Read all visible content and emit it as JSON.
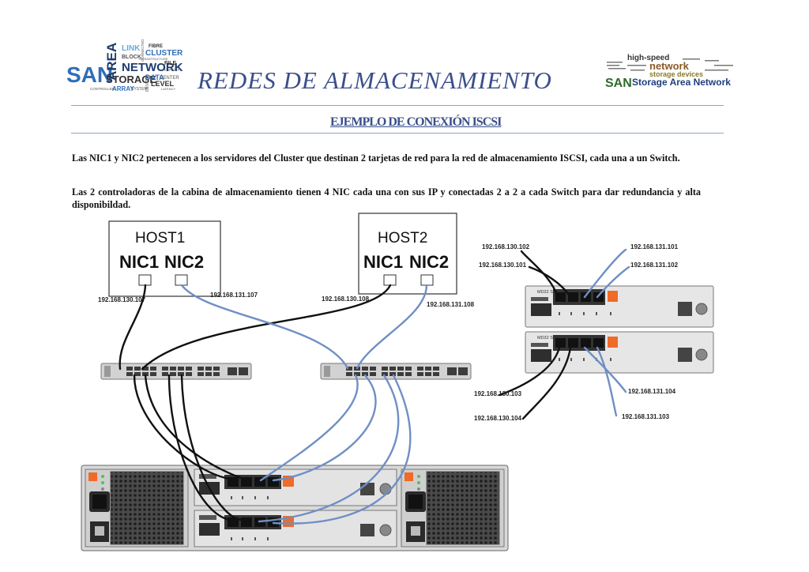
{
  "header": {
    "title": "REDES DE ALMACENAMIENTO",
    "subtitle": "EJEMPLO DE CONEXIÓN ISCSI"
  },
  "logo_left": {
    "words": [
      "SAN",
      "AREA",
      "NETWORK",
      "STORAGE",
      "BLOCK",
      "LINK",
      "CLUSTER",
      "FIBRE",
      "DATA",
      "LEVEL",
      "CENTER",
      "FILE",
      "ARRAY",
      "SYSTEM",
      "CONTROLLER",
      "DEVICES",
      "CAPACITY",
      "CONNECTED",
      "LATENCY",
      "INFRASTRUCTURE"
    ]
  },
  "logo_right": {
    "words": [
      "high-speed",
      "network",
      "storage devices",
      "SAN",
      "Storage Area Network"
    ]
  },
  "body": {
    "paragraph1": "Las NIC1 y NIC2 pertenecen a los servidores del Cluster que destinan 2 tarjetas de red para la red de almacenamiento ISCSI, cada una a un Switch.",
    "paragraph2": "Las 2 controladoras de la cabina de almacenamiento tienen 4 NIC cada una con sus IP y conectadas 2 a 2 a cada Switch para dar redundancia y alta  disponibildad."
  },
  "hosts": [
    {
      "name": "HOST1",
      "nic1": "NIC1",
      "nic2": "NIC2",
      "ip_nic1": "192.168.130.107",
      "ip_nic2": "192.168.131.107"
    },
    {
      "name": "HOST2",
      "nic1": "NIC1",
      "nic2": "NIC2",
      "ip_nic1": "192.168.130.108",
      "ip_nic2": "192.168.131.108"
    }
  ],
  "controllers": {
    "top": {
      "series": "MD32 Series",
      "ips_black": [
        "192.168.130.102",
        "192.168.130.101"
      ],
      "ips_blue": [
        "192.168.131.101",
        "192.168.131.102"
      ]
    },
    "bottom": {
      "series": "MD32 Series",
      "ips_black": [
        "192.168.130.103",
        "192.168.130.104"
      ],
      "ips_blue": [
        "192.168.131.104",
        "192.168.131.103"
      ]
    }
  },
  "colors": {
    "title": "#3a4f8a",
    "rule": "#8fa3c8",
    "cable_black": "#111111",
    "cable_blue": "#6f8fc4",
    "chassis": "#d9d9d9",
    "orange": "#f06a28"
  }
}
